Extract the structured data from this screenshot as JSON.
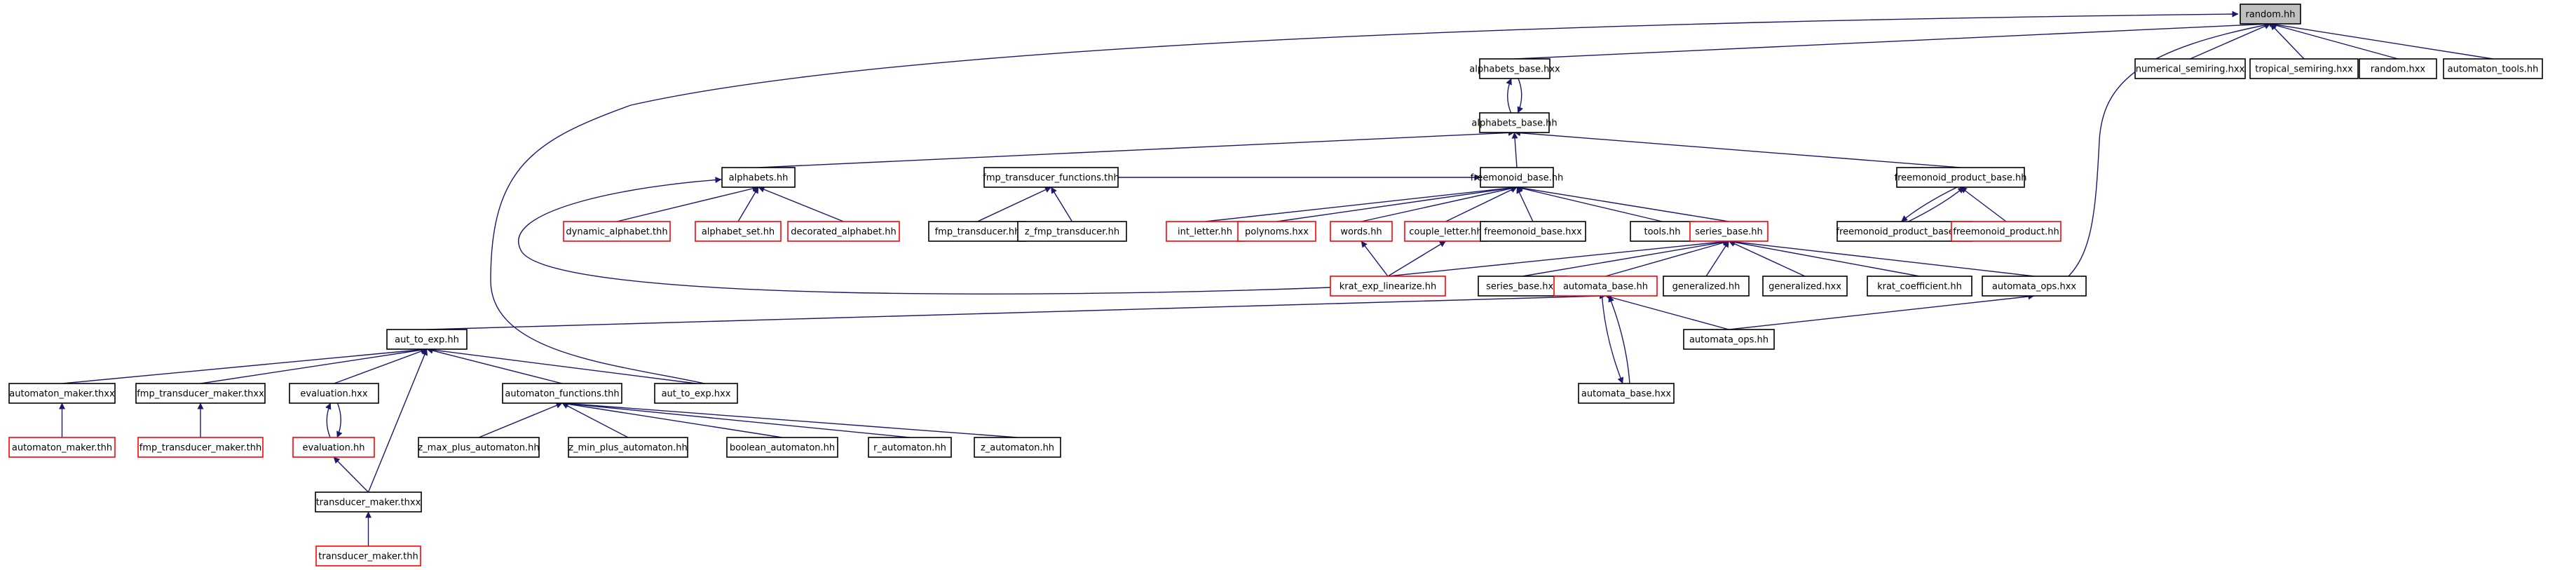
{
  "colors": {
    "edge": "#191970",
    "normal_border": "#000000",
    "truncated_border": "#ff0000",
    "root_fill": "#bfbfbf",
    "node_fill": "#ffffff"
  },
  "nodes": [
    {
      "id": "random_hh",
      "label": "random.hh",
      "style": "root"
    },
    {
      "id": "alphabets_base_hxx",
      "label": "alphabets_base.hxx",
      "style": "normal"
    },
    {
      "id": "numerical_semiring_hxx",
      "label": "numerical_semiring.hxx",
      "style": "normal"
    },
    {
      "id": "tropical_semiring_hxx",
      "label": "tropical_semiring.hxx",
      "style": "normal"
    },
    {
      "id": "random_hxx",
      "label": "random.hxx",
      "style": "normal"
    },
    {
      "id": "automaton_tools_hh",
      "label": "automaton_tools.hh",
      "style": "normal"
    },
    {
      "id": "alphabets_base_hh",
      "label": "alphabets_base.hh",
      "style": "normal"
    },
    {
      "id": "alphabets_hh",
      "label": "alphabets.hh",
      "style": "normal"
    },
    {
      "id": "fmp_transducer_functions_thh",
      "label": "fmp_transducer_functions.thh",
      "style": "normal"
    },
    {
      "id": "freemonoid_base_hh",
      "label": "freemonoid_base.hh",
      "style": "normal"
    },
    {
      "id": "freemonoid_product_base_hh",
      "label": "freemonoid_product_base.hh",
      "style": "normal"
    },
    {
      "id": "dynamic_alphabet_thh",
      "label": "dynamic_alphabet.thh",
      "style": "truncated"
    },
    {
      "id": "alphabet_set_hh",
      "label": "alphabet_set.hh",
      "style": "truncated"
    },
    {
      "id": "decorated_alphabet_hh",
      "label": "decorated_alphabet.hh",
      "style": "truncated"
    },
    {
      "id": "fmp_transducer_hh",
      "label": "fmp_transducer.hh",
      "style": "normal"
    },
    {
      "id": "z_fmp_transducer_hh",
      "label": "z_fmp_transducer.hh",
      "style": "normal"
    },
    {
      "id": "int_letter_hh",
      "label": "int_letter.hh",
      "style": "truncated"
    },
    {
      "id": "polynoms_hxx",
      "label": "polynoms.hxx",
      "style": "truncated"
    },
    {
      "id": "words_hh",
      "label": "words.hh",
      "style": "truncated"
    },
    {
      "id": "couple_letter_hh",
      "label": "couple_letter.hh",
      "style": "truncated"
    },
    {
      "id": "freemonoid_base_hxx",
      "label": "freemonoid_base.hxx",
      "style": "normal"
    },
    {
      "id": "tools_hh",
      "label": "tools.hh",
      "style": "normal"
    },
    {
      "id": "series_base_hh",
      "label": "series_base.hh",
      "style": "truncated"
    },
    {
      "id": "freemonoid_product_base_hxx",
      "label": "freemonoid_product_base.hxx",
      "style": "normal"
    },
    {
      "id": "freemonoid_product_hh",
      "label": "freemonoid_product.hh",
      "style": "truncated"
    },
    {
      "id": "krat_exp_linearize_hh",
      "label": "krat_exp_linearize.hh",
      "style": "truncated"
    },
    {
      "id": "series_base_hxx",
      "label": "series_base.hxx",
      "style": "normal"
    },
    {
      "id": "automata_base_hh",
      "label": "automata_base.hh",
      "style": "truncated"
    },
    {
      "id": "generalized_hh",
      "label": "generalized.hh",
      "style": "normal"
    },
    {
      "id": "generalized_hxx",
      "label": "generalized.hxx",
      "style": "normal"
    },
    {
      "id": "krat_coefficient_hh",
      "label": "krat_coefficient.hh",
      "style": "normal"
    },
    {
      "id": "automata_ops_hxx",
      "label": "automata_ops.hxx",
      "style": "normal"
    },
    {
      "id": "aut_to_exp_hh",
      "label": "aut_to_exp.hh",
      "style": "normal"
    },
    {
      "id": "automata_ops_hh",
      "label": "automata_ops.hh",
      "style": "normal"
    },
    {
      "id": "automaton_maker_thxx",
      "label": "automaton_maker.thxx",
      "style": "normal"
    },
    {
      "id": "fmp_transducer_maker_thxx",
      "label": "fmp_transducer_maker.thxx",
      "style": "normal"
    },
    {
      "id": "evaluation_hxx",
      "label": "evaluation.hxx",
      "style": "normal"
    },
    {
      "id": "automaton_functions_thh",
      "label": "automaton_functions.thh",
      "style": "normal"
    },
    {
      "id": "aut_to_exp_hxx",
      "label": "aut_to_exp.hxx",
      "style": "normal"
    },
    {
      "id": "automata_base_hxx",
      "label": "automata_base.hxx",
      "style": "normal"
    },
    {
      "id": "automaton_maker_thh",
      "label": "automaton_maker.thh",
      "style": "truncated"
    },
    {
      "id": "fmp_transducer_maker_thh",
      "label": "fmp_transducer_maker.thh",
      "style": "truncated"
    },
    {
      "id": "evaluation_hh",
      "label": "evaluation.hh",
      "style": "truncated"
    },
    {
      "id": "z_max_plus_automaton_hh",
      "label": "z_max_plus_automaton.hh",
      "style": "normal"
    },
    {
      "id": "z_min_plus_automaton_hh",
      "label": "z_min_plus_automaton.hh",
      "style": "normal"
    },
    {
      "id": "boolean_automaton_hh",
      "label": "boolean_automaton.hh",
      "style": "normal"
    },
    {
      "id": "r_automaton_hh",
      "label": "r_automaton.hh",
      "style": "normal"
    },
    {
      "id": "z_automaton_hh",
      "label": "z_automaton.hh",
      "style": "normal"
    },
    {
      "id": "transducer_maker_thxx",
      "label": "transducer_maker.thxx",
      "style": "normal"
    },
    {
      "id": "transducer_maker_thh",
      "label": "transducer_maker.thh",
      "style": "truncated"
    }
  ],
  "edges": [
    [
      "alphabets_base_hxx",
      "random_hh"
    ],
    [
      "numerical_semiring_hxx",
      "random_hh"
    ],
    [
      "tropical_semiring_hxx",
      "random_hh"
    ],
    [
      "random_hxx",
      "random_hh"
    ],
    [
      "automaton_tools_hh",
      "random_hh"
    ],
    [
      "aut_to_exp_hxx",
      "random_hh"
    ],
    [
      "automata_ops_hxx",
      "random_hh"
    ],
    [
      "alphabets_base_hh",
      "alphabets_base_hxx"
    ],
    [
      "alphabets_base_hxx",
      "alphabets_base_hh"
    ],
    [
      "alphabets_hh",
      "alphabets_base_hh"
    ],
    [
      "freemonoid_base_hh",
      "alphabets_base_hh"
    ],
    [
      "freemonoid_product_base_hh",
      "alphabets_base_hh"
    ],
    [
      "dynamic_alphabet_thh",
      "alphabets_hh"
    ],
    [
      "alphabet_set_hh",
      "alphabets_hh"
    ],
    [
      "decorated_alphabet_hh",
      "alphabets_hh"
    ],
    [
      "krat_exp_linearize_hh",
      "alphabets_hh"
    ],
    [
      "fmp_transducer_hh",
      "fmp_transducer_functions_thh"
    ],
    [
      "z_fmp_transducer_hh",
      "fmp_transducer_functions_thh"
    ],
    [
      "fmp_transducer_functions_thh",
      "freemonoid_base_hh"
    ],
    [
      "int_letter_hh",
      "freemonoid_base_hh"
    ],
    [
      "polynoms_hxx",
      "freemonoid_base_hh"
    ],
    [
      "words_hh",
      "freemonoid_base_hh"
    ],
    [
      "couple_letter_hh",
      "freemonoid_base_hh"
    ],
    [
      "freemonoid_base_hxx",
      "freemonoid_base_hh"
    ],
    [
      "tools_hh",
      "freemonoid_base_hh"
    ],
    [
      "series_base_hh",
      "freemonoid_base_hh"
    ],
    [
      "freemonoid_product_base_hxx",
      "freemonoid_product_base_hh"
    ],
    [
      "freemonoid_product_base_hh",
      "freemonoid_product_base_hxx"
    ],
    [
      "freemonoid_product_hh",
      "freemonoid_product_base_hh"
    ],
    [
      "krat_exp_linearize_hh",
      "words_hh"
    ],
    [
      "krat_exp_linearize_hh",
      "couple_letter_hh"
    ],
    [
      "krat_exp_linearize_hh",
      "series_base_hh"
    ],
    [
      "series_base_hxx",
      "series_base_hh"
    ],
    [
      "automata_base_hh",
      "series_base_hh"
    ],
    [
      "generalized_hh",
      "series_base_hh"
    ],
    [
      "generalized_hxx",
      "series_base_hh"
    ],
    [
      "krat_coefficient_hh",
      "series_base_hh"
    ],
    [
      "automata_ops_hxx",
      "series_base_hh"
    ],
    [
      "aut_to_exp_hh",
      "automata_base_hh"
    ],
    [
      "automata_ops_hh",
      "automata_base_hh"
    ],
    [
      "automata_base_hxx",
      "automata_base_hh"
    ],
    [
      "automata_ops_hh",
      "automata_ops_hxx"
    ],
    [
      "automata_base_hh",
      "automata_base_hxx"
    ],
    [
      "automaton_maker_thxx",
      "aut_to_exp_hh"
    ],
    [
      "fmp_transducer_maker_thxx",
      "aut_to_exp_hh"
    ],
    [
      "evaluation_hxx",
      "aut_to_exp_hh"
    ],
    [
      "automaton_functions_thh",
      "aut_to_exp_hh"
    ],
    [
      "aut_to_exp_hxx",
      "aut_to_exp_hh"
    ],
    [
      "transducer_maker_thxx",
      "aut_to_exp_hh"
    ],
    [
      "automaton_maker_thh",
      "automaton_maker_thxx"
    ],
    [
      "fmp_transducer_maker_thh",
      "fmp_transducer_maker_thxx"
    ],
    [
      "evaluation_hh",
      "evaluation_hxx"
    ],
    [
      "evaluation_hxx",
      "evaluation_hh"
    ],
    [
      "transducer_maker_thxx",
      "evaluation_hh"
    ],
    [
      "z_max_plus_automaton_hh",
      "automaton_functions_thh"
    ],
    [
      "z_min_plus_automaton_hh",
      "automaton_functions_thh"
    ],
    [
      "boolean_automaton_hh",
      "automaton_functions_thh"
    ],
    [
      "r_automaton_hh",
      "automaton_functions_thh"
    ],
    [
      "z_automaton_hh",
      "automaton_functions_thh"
    ],
    [
      "transducer_maker_thh",
      "transducer_maker_thxx"
    ]
  ]
}
